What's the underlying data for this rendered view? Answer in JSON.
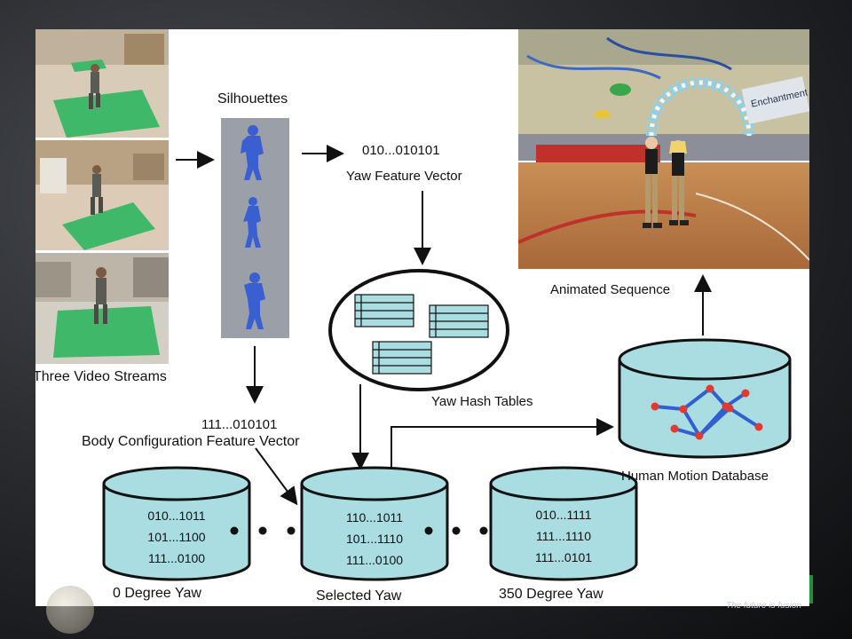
{
  "labels": {
    "silhouettes": "Silhouettes",
    "yaw_code": "010...010101",
    "yaw_feature_vector": "Yaw Feature Vector",
    "three_video_streams": "Three Video Streams",
    "yaw_hash_tables": "Yaw Hash Tables",
    "body_code": "111...010101",
    "body_feature_vector": "Body Configuration Feature Vector",
    "animated_sequence": "Animated Sequence",
    "human_motion_database": "Human Motion Database",
    "banner_text": "Enchantment Under The Sea"
  },
  "cylinders": [
    {
      "caption": "0 Degree Yaw",
      "codes": [
        "010...1011",
        "101...1100",
        "111...0100"
      ]
    },
    {
      "caption": "Selected Yaw",
      "codes": [
        "110...1011",
        "101...1110",
        "111...0100"
      ]
    },
    {
      "caption": "350 Degree Yaw",
      "codes": [
        "010...1111",
        "111...1110",
        "111...0101"
      ]
    }
  ],
  "footer": {
    "tagline": "The future is fusion"
  },
  "colors": {
    "cylinder_fill": "#a9dde2",
    "cylinder_stroke": "#111111",
    "hash_table_fill": "#a9dde2",
    "silhouette_blue": "#3a5fd0",
    "silhouette_panel": "#9a9fa8",
    "graph_edge": "#2f5fd0",
    "graph_node": "#e23b2e",
    "floor_mat_green": "#3fb86a"
  }
}
